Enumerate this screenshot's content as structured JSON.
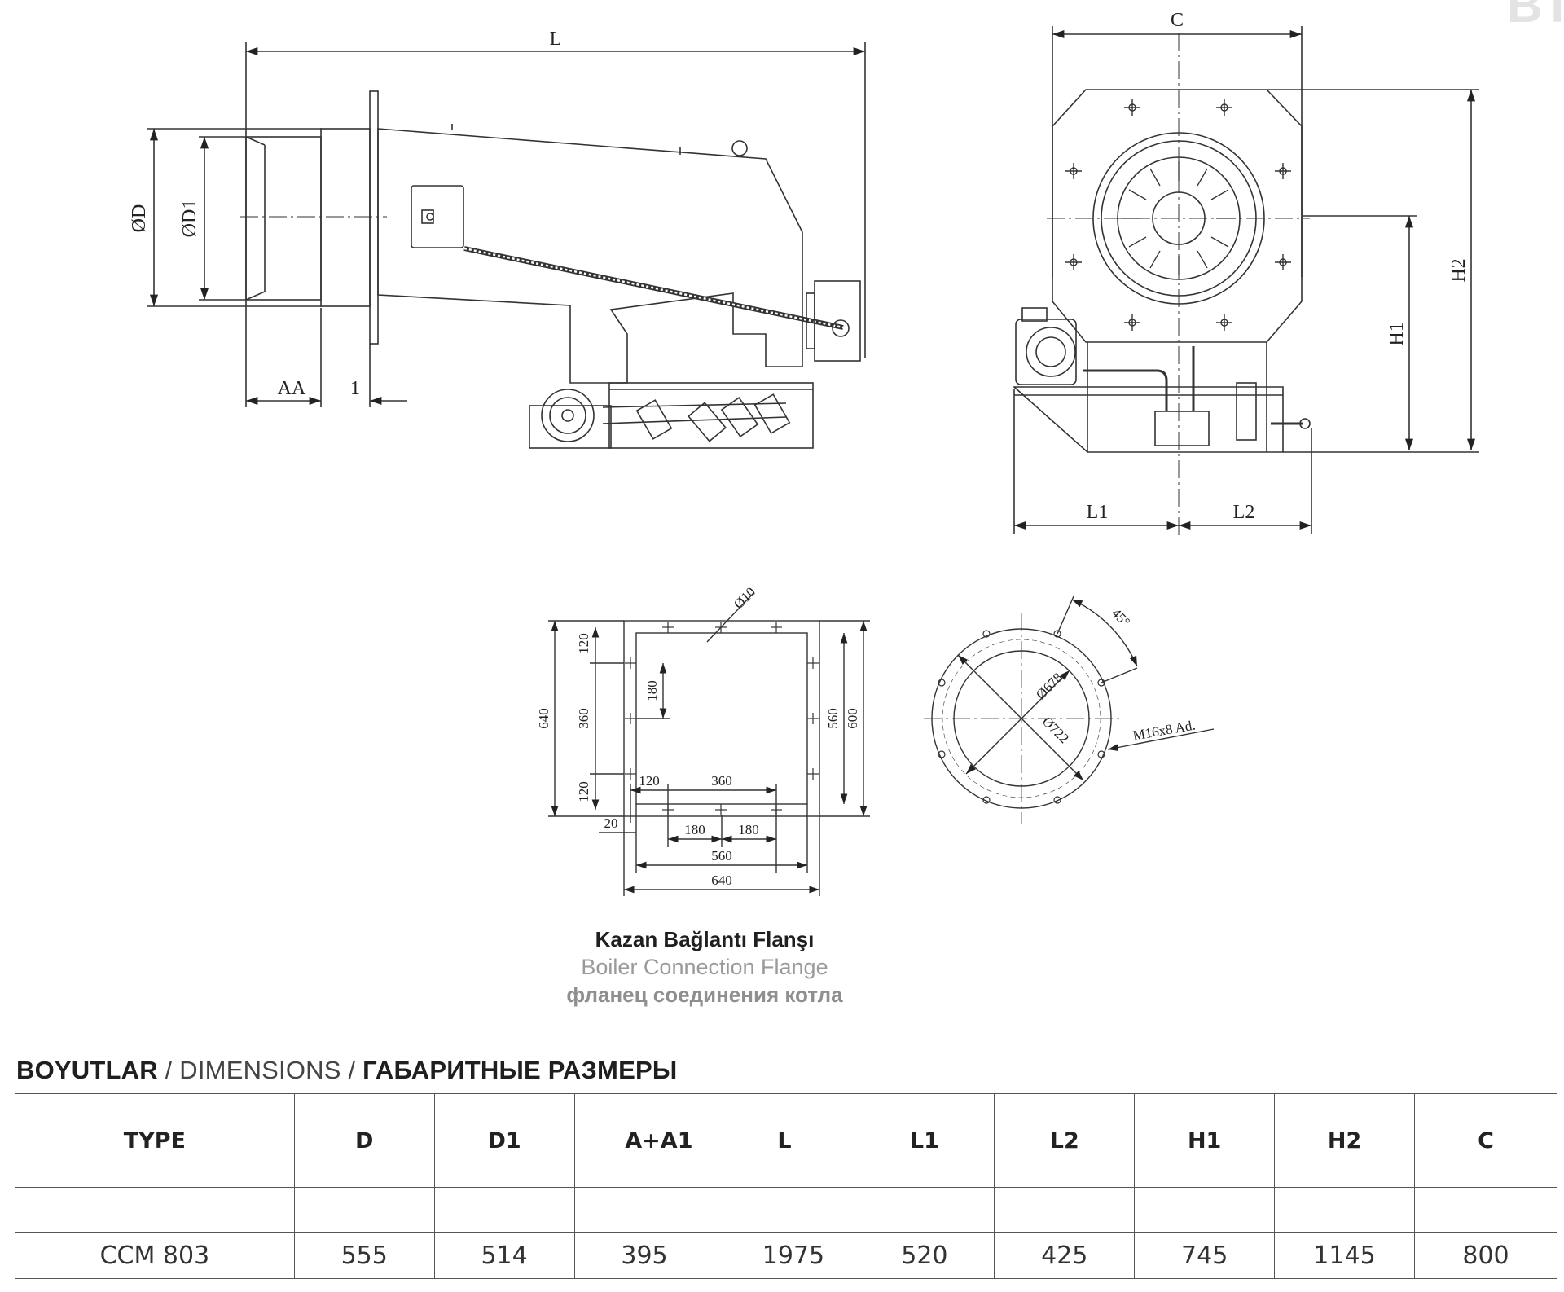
{
  "corner": {
    "partial_title": "BT"
  },
  "side_view": {
    "L": "L",
    "D": "ØD",
    "D1": "ØD1",
    "AA": "AA",
    "one": "1"
  },
  "front_view": {
    "C": "C",
    "H1": "H1",
    "H2": "H2",
    "L1": "L1",
    "L2": "L2"
  },
  "square_flange": {
    "hole_dia": "Ø10",
    "d120a": "120",
    "d360v": "360",
    "d120b": "120",
    "d180v": "180",
    "d640v": "640",
    "d560v": "560",
    "d600v": "600",
    "d120h": "120",
    "d360h": "360",
    "d20": "20",
    "d180a": "180",
    "d180b": "180",
    "d560h": "560",
    "d640h": "640"
  },
  "round_flange": {
    "angle": "45°",
    "d678": "Ø678",
    "d722": "Ø722",
    "thread": "M16x8 Ad."
  },
  "caption": {
    "tr": "Kazan Bağlantı Flanşı",
    "en": "Boiler Connection Flange",
    "ru": "фланец соединения котла"
  },
  "dimensions": {
    "title_tr": "BOYUTLAR",
    "title_en": "DIMENSIONS",
    "title_ru": "ГАБАРИТНЫЕ РАЗМЕРЫ",
    "separator": " / ",
    "headers": [
      "TYPE",
      "D",
      "D1",
      "A+A1",
      "L",
      "L1",
      "L2",
      "H1",
      "H2",
      "C"
    ],
    "rows": [
      [
        "CCM 803",
        "555",
        "514",
        "395",
        "1975",
        "520",
        "425",
        "745",
        "1145",
        "800"
      ]
    ]
  }
}
